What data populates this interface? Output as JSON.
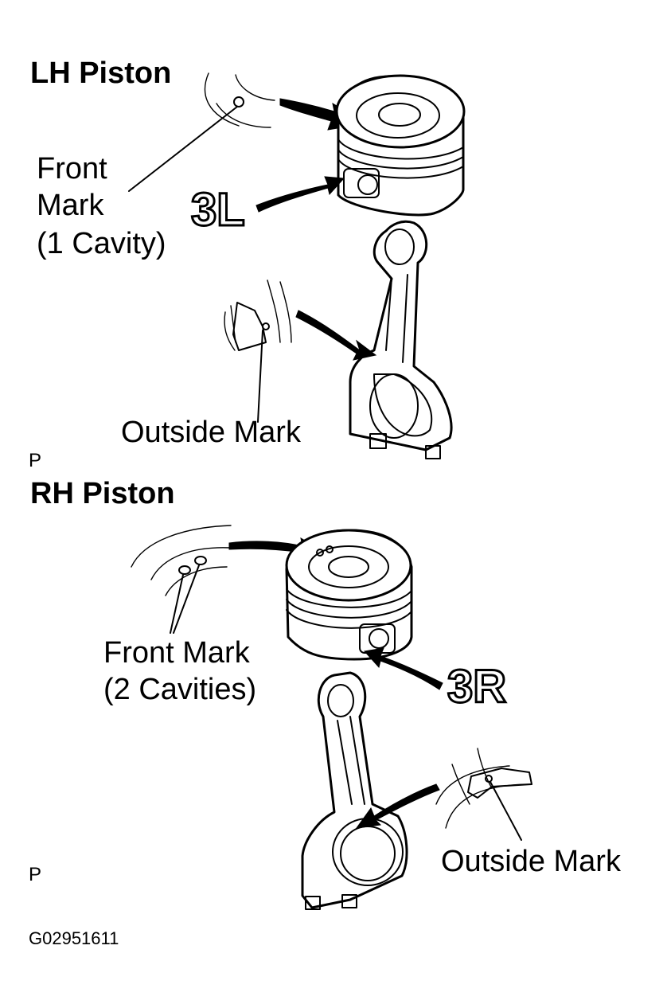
{
  "lh": {
    "title": "LH Piston",
    "front_mark_line1": "Front",
    "front_mark_line2": "Mark",
    "front_mark_line3": "(1 Cavity)",
    "code": "3L",
    "outside_mark": "Outside Mark",
    "p_label": "P"
  },
  "rh": {
    "title": "RH Piston",
    "front_mark_line1": "Front Mark",
    "front_mark_line2": "(2 Cavities)",
    "code": "3R",
    "outside_mark": "Outside Mark",
    "p_label": "P"
  },
  "figure_id": "G02951611"
}
